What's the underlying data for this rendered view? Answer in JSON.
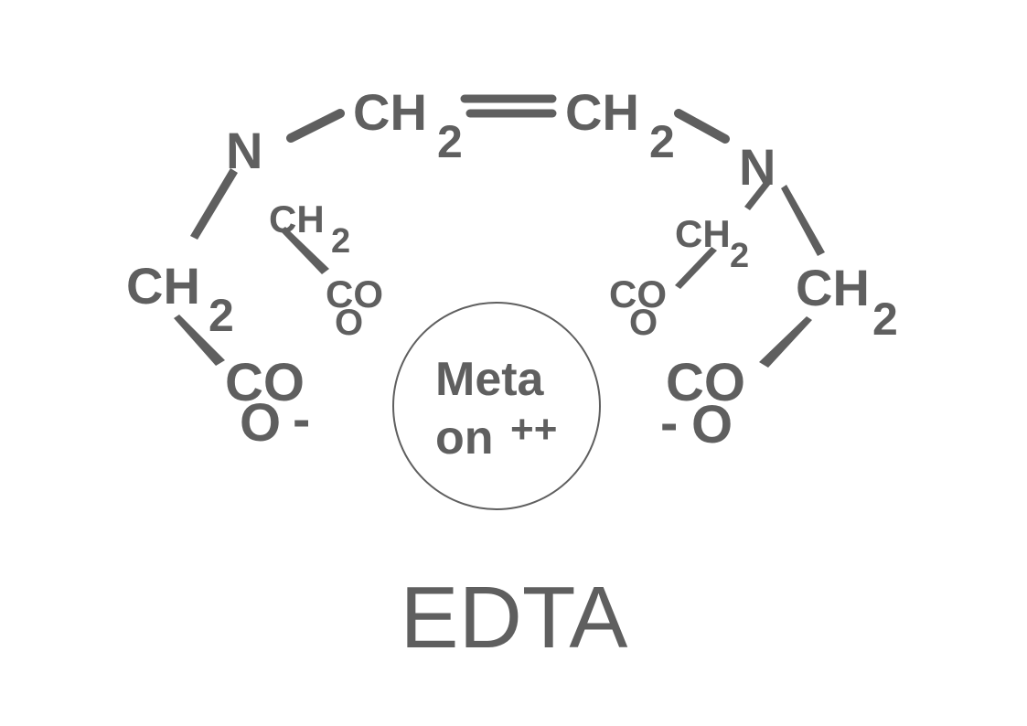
{
  "diagram": {
    "colors": {
      "ink": "#5f5f5f",
      "background": "#ffffff"
    },
    "backbone": {
      "left_ch2": {
        "main": "CH",
        "sub": "2"
      },
      "right_ch2": {
        "main": "CH",
        "sub": "2"
      }
    },
    "nitrogens": {
      "left": "N",
      "right": "N"
    },
    "arms": {
      "left_outer_ch2": {
        "main": "CH",
        "sub": "2"
      },
      "left_inner_ch2": {
        "main": "CH",
        "sub": "2"
      },
      "right_inner_ch2": {
        "main": "CH",
        "sub": "2"
      },
      "right_outer_ch2": {
        "main": "CH",
        "sub": "2"
      }
    },
    "carboxylates": {
      "left_outer": {
        "co": "CO",
        "o": "O",
        "charge": "-"
      },
      "left_inner": {
        "co": "CO",
        "o": "O"
      },
      "right_inner": {
        "co": "CO",
        "o": "O"
      },
      "right_outer": {
        "co": "CO",
        "o": "O",
        "charge": "-"
      }
    },
    "metal": {
      "line1": "Meta",
      "line2": "on",
      "charge": "++"
    },
    "caption": "EDTA"
  }
}
